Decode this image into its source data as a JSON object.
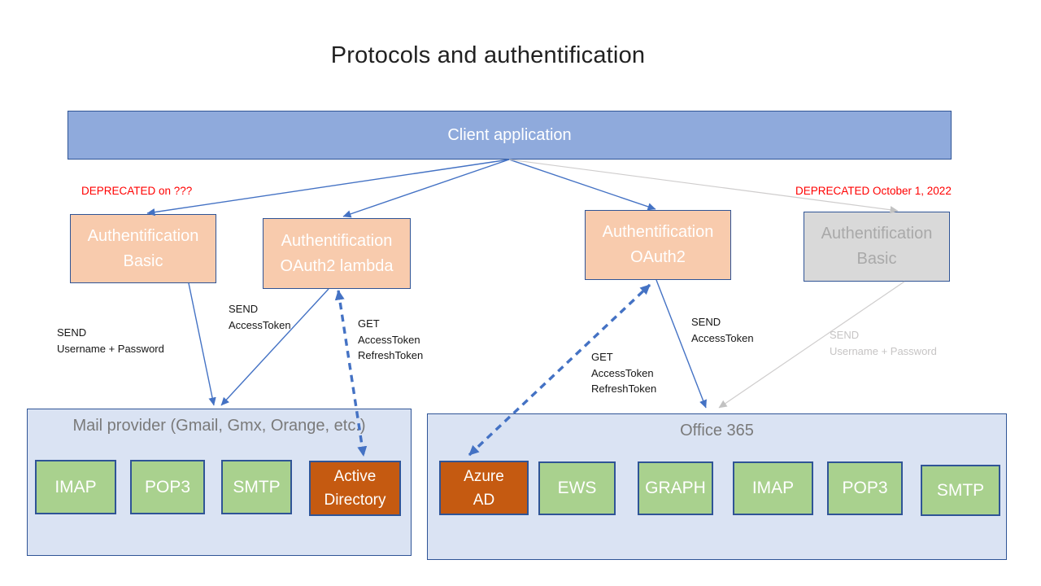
{
  "title": "Protocols and authentification",
  "client": {
    "label": "Client application"
  },
  "deprecated": {
    "left": "DEPRECATED on ???",
    "right": "DEPRECATED October 1, 2022"
  },
  "auth_boxes": {
    "basic_left": "Authentification\nBasic",
    "oauth2_lambda": "Authentification\nOAuth2 lambda",
    "oauth2": "Authentification\nOAuth2",
    "basic_right": "Authentification\nBasic"
  },
  "edge_labels": {
    "send_userpass_left": "SEND\nUsername + Password",
    "send_accesstoken_left": "SEND\nAccessToken",
    "get_tokens_left": "GET\nAccessToken\nRefreshToken",
    "get_tokens_right": "GET\nAccessToken\nRefreshToken",
    "send_accesstoken_right": "SEND\nAccessToken",
    "send_userpass_right": "SEND\nUsername + Password"
  },
  "mail_provider": {
    "title": "Mail provider (Gmail, Gmx, Orange, etc.)",
    "protocols": [
      "IMAP",
      "POP3",
      "SMTP"
    ],
    "directory": "Active\nDirectory"
  },
  "office365": {
    "title": "Office 365",
    "directory": "Azure\nAD",
    "protocols": [
      "EWS",
      "GRAPH",
      "IMAP",
      "POP3",
      "SMTP"
    ]
  },
  "colors": {
    "client_fill": "#8FAADC",
    "auth_fill": "#F8CBAD",
    "auth_deprecated_fill": "#D9D9D9",
    "container_fill": "#DAE3F3",
    "protocol_fill": "#A9D18E",
    "directory_fill": "#C55A11",
    "border": "#2F5496",
    "arrow": "#4472C4",
    "arrow_gray": "#CFCDCD",
    "deprecated_text": "#FF0000",
    "muted_text": "#7A7A7A"
  }
}
